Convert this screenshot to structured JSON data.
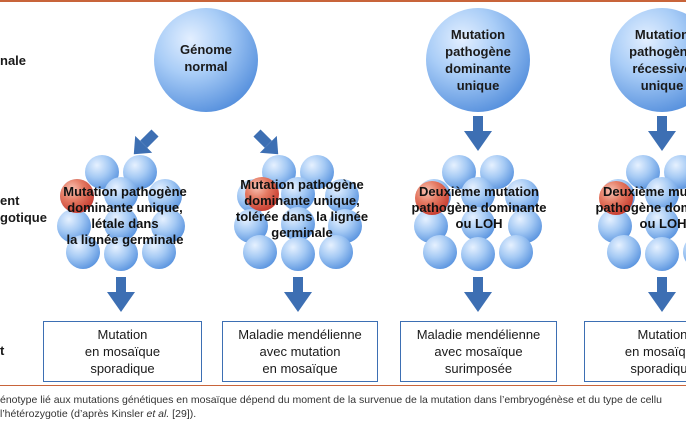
{
  "row_labels": {
    "top": "nale",
    "middle_line1": "ent",
    "middle_line2": "gotique",
    "bottom": "t"
  },
  "top_circles": [
    {
      "label": "Génome\nnormal"
    },
    {
      "label": "Mutation\npathogène\ndominante\nunique"
    },
    {
      "label": "Mutation\npathogène\nrécessive\nunique"
    }
  ],
  "clusters": [
    {
      "label": "Mutation pathogène\ndominante unique,\nlétale dans\nla lignée germinale"
    },
    {
      "label": "Mutation pathogène\ndominante unique,\ntolérée dans la lignée\ngerminale"
    },
    {
      "label": "Deuxième mutation\npathogène dominante\nou LOH"
    },
    {
      "label": "Deuxième mutation\npathogène dominante\nou LOH"
    }
  ],
  "result_boxes": [
    {
      "label": "Mutation\nen mosaïque\nsporadique"
    },
    {
      "label": "Maladie mendélienne\navec mutation\nen mosaïque"
    },
    {
      "label": "Maladie mendélienne\navec mosaïque\nsurimposée"
    },
    {
      "label": "Mutation\nen mosaïque\nsporadique"
    }
  ],
  "caption": {
    "line1": "énotype lié aux mutations génétiques en mosaïque dépend du moment de la survenue de la mutation dans l’embryogénèse et du type de cellu",
    "line2_before": "l’hétérozygotie (d’après Kinsler ",
    "line2_italic": "et al.",
    "line2_after": " [29])."
  },
  "colors": {
    "accent_rule": "#c8643a",
    "arrow_blue": "#3d6fb3",
    "cell_blue_light": "#cfe3fb",
    "cell_blue_dark": "#5e9ae3",
    "cell_red": "#d9463a",
    "box_border": "#3d6fb3"
  }
}
